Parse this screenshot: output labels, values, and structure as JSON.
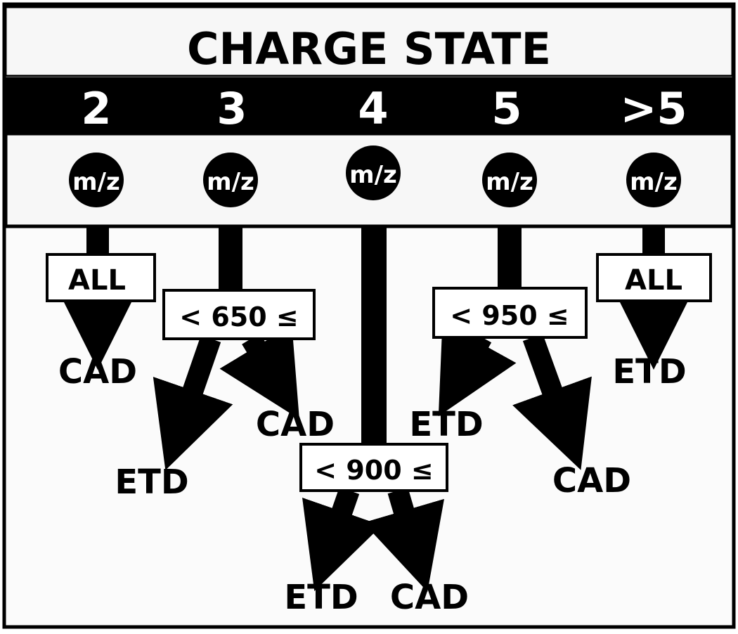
{
  "title": "CHARGE STATE",
  "charge_states": [
    {
      "label": "2",
      "mz": "m/z"
    },
    {
      "label": "3",
      "mz": "m/z"
    },
    {
      "label": "4",
      "mz": "m/z"
    },
    {
      "label": "5",
      "mz": "m/z"
    },
    {
      "label": ">5",
      "mz": "m/z"
    }
  ],
  "rules": {
    "cs2": {
      "condition": "ALL",
      "result": "CAD"
    },
    "cs3": {
      "condition": "< 650 ≤",
      "left_result": "ETD",
      "right_result": "CAD"
    },
    "cs4": {
      "condition": "< 900 ≤",
      "left_result": "ETD",
      "right_result": "CAD"
    },
    "cs5": {
      "condition": "< 950 ≤",
      "left_result": "ETD",
      "right_result": "CAD"
    },
    "cs6": {
      "condition": "ALL",
      "result": "ETD"
    }
  },
  "colors": {
    "ink": "#000000",
    "panel": "#f7f7f7",
    "header_band": "#000000",
    "header_text": "#ffffff"
  }
}
